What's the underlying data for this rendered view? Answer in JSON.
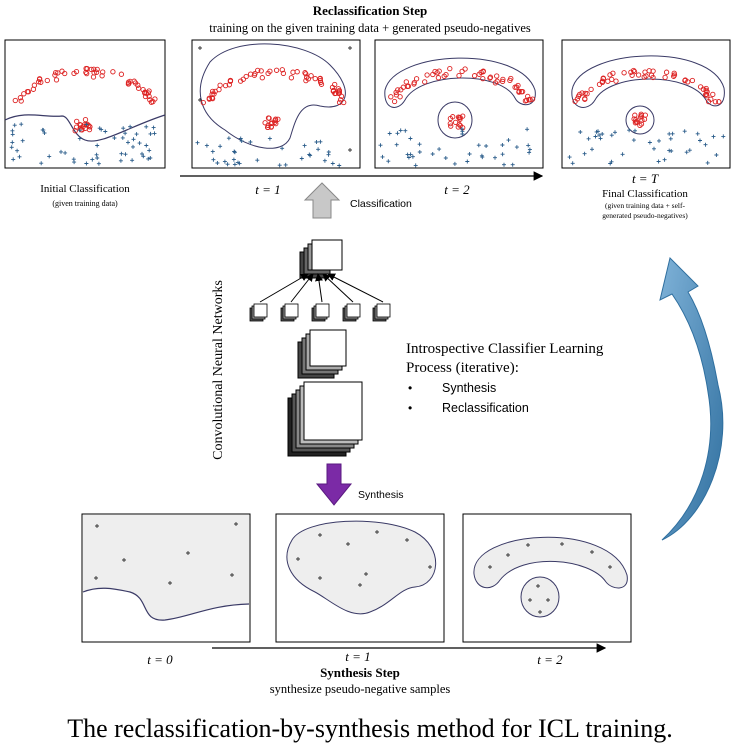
{
  "reclassification": {
    "heading": "Reclassification Step",
    "subheading": "training on the given training data + generated pseudo-negatives",
    "initial_label": "Initial Classification",
    "initial_note": "(given training data)",
    "final_label": "Final Classification",
    "final_note_line1": "(given training data + self-",
    "final_note_line2": "generated pseudo-negatives)"
  },
  "timeline_top": {
    "t1": "t = 1",
    "t2": "t = 2",
    "tT": "t = T"
  },
  "network": {
    "vertical_label": "Convolutional Neural Networks",
    "classification_label": "Classification",
    "synthesis_label": "Synthesis"
  },
  "process": {
    "title_line1": "Introspective Classifier Learning",
    "title_line2": "Process (iterative):",
    "bullets": [
      "Synthesis",
      "Reclassification"
    ]
  },
  "synthesis": {
    "heading": "Synthesis Step",
    "subheading": "synthesize pseudo-negative samples"
  },
  "timeline_bottom": {
    "t0": "t = 0",
    "t1": "t = 1",
    "t2": "t = 2"
  },
  "caption": "The reclassification-by-synthesis method for ICL training.",
  "colors": {
    "positive": "#dd2222",
    "negative": "#2a5c8a",
    "boundary": "#3a3a66",
    "fill": "#eeeeee",
    "up_arrow": "#c8c8c8",
    "down_arrow": "#7b2aa6",
    "cycle_arrow": "#4a86b5"
  }
}
